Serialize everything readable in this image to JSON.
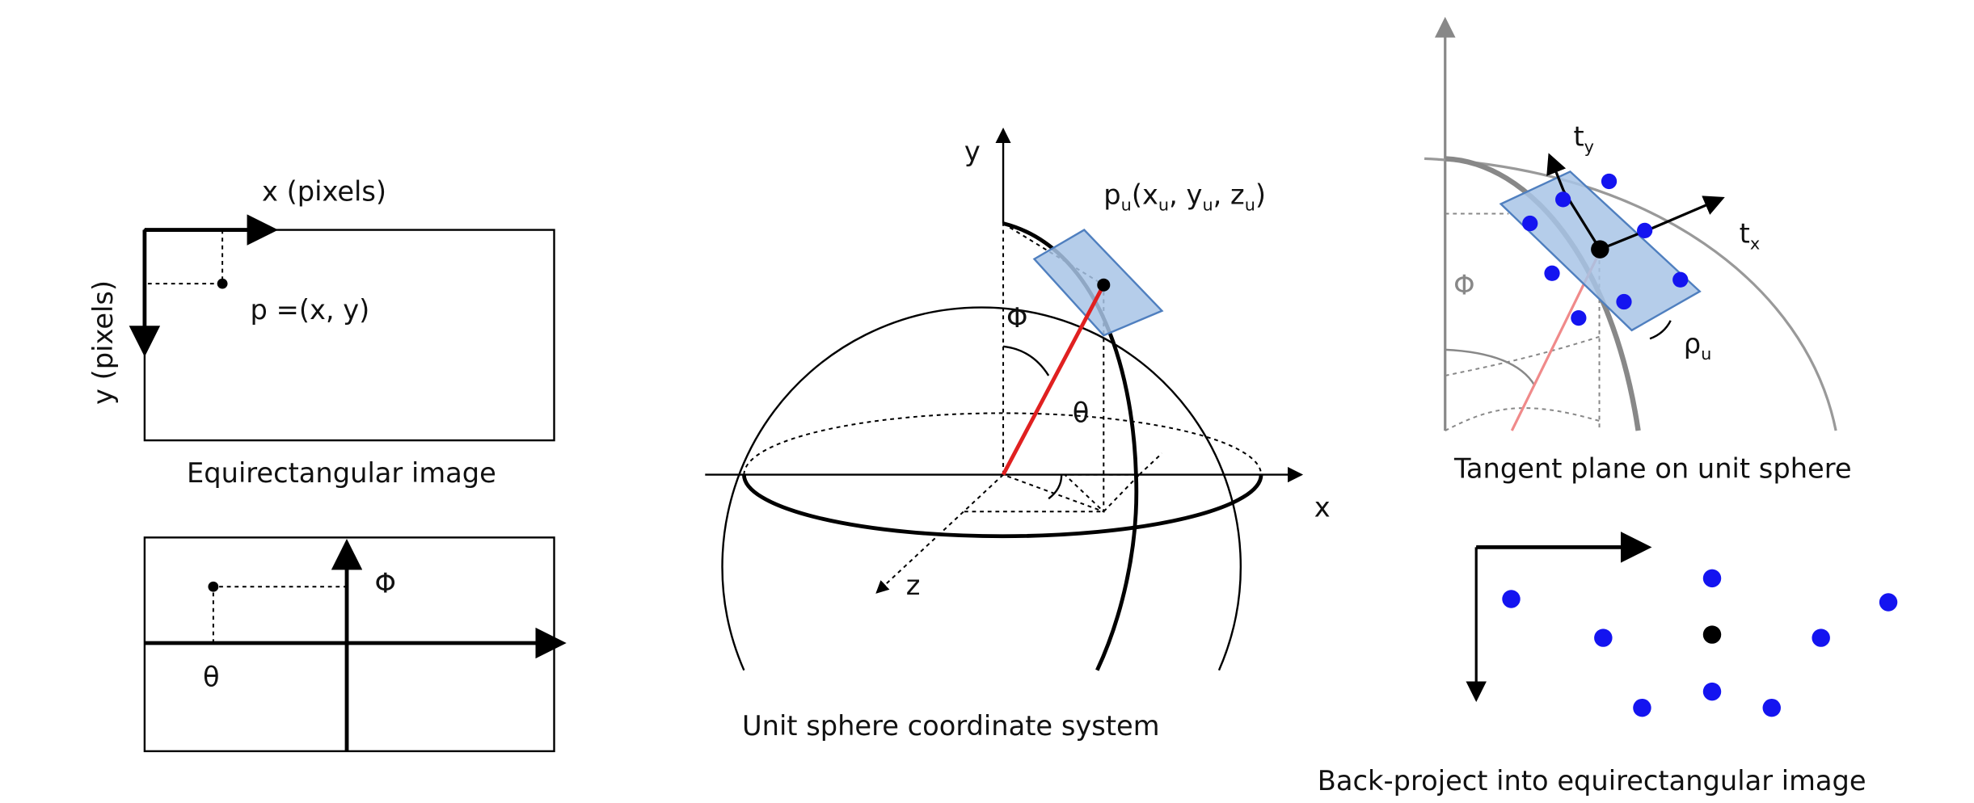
{
  "panels": {
    "equirect": {
      "x_axis_label": "x (pixels)",
      "y_axis_label": "y (pixels)",
      "point_label": "p =(x, y)",
      "caption": "Equirectangular image"
    },
    "angles": {
      "phi_label": "Φ",
      "theta_label": "θ"
    },
    "sphere": {
      "y_label": "y",
      "x_label": "x",
      "z_label": "z",
      "point_main": "p",
      "point_parts": [
        "(x",
        ", y",
        ", z",
        ")"
      ],
      "subscript": "u",
      "phi_label": "Φ",
      "theta_label": "θ",
      "caption": "Unit sphere coordinate system"
    },
    "tangent": {
      "ty_main": "t",
      "ty_sub": "y",
      "tx_main": "t",
      "tx_sub": "x",
      "rho_main": "ρ",
      "rho_sub": "u",
      "phi_label": "Φ",
      "caption": "Tangent plane on unit sphere"
    },
    "backproject": {
      "caption": "Back-project into equirectangular image"
    }
  },
  "colors": {
    "sample_point": "#1414f0",
    "center_point": "#000000",
    "patch_fill": "#a8c4e6",
    "patch_stroke": "#4f7fbf",
    "radius_line": "#e02020",
    "radius_line_faded": "#f08a8a"
  }
}
